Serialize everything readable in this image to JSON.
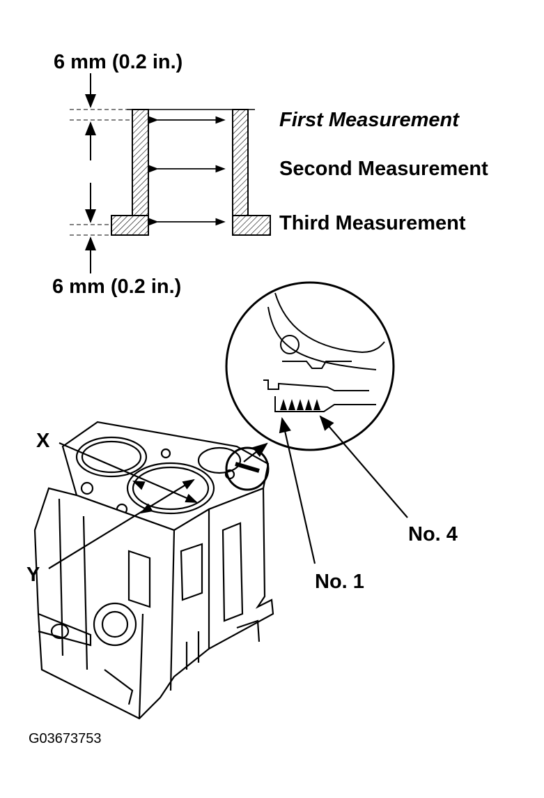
{
  "diagram": {
    "top_offset": "6 mm (0.2 in.)",
    "bottom_offset": "6 mm (0.2 in.)",
    "measurements": [
      "First Measurement",
      "Second Measurement",
      "Third Measurement"
    ],
    "axis_x": "X",
    "axis_y": "Y",
    "cylinder_first": "No. 1",
    "cylinder_last": "No. 4",
    "figure_id": "G03673753"
  }
}
